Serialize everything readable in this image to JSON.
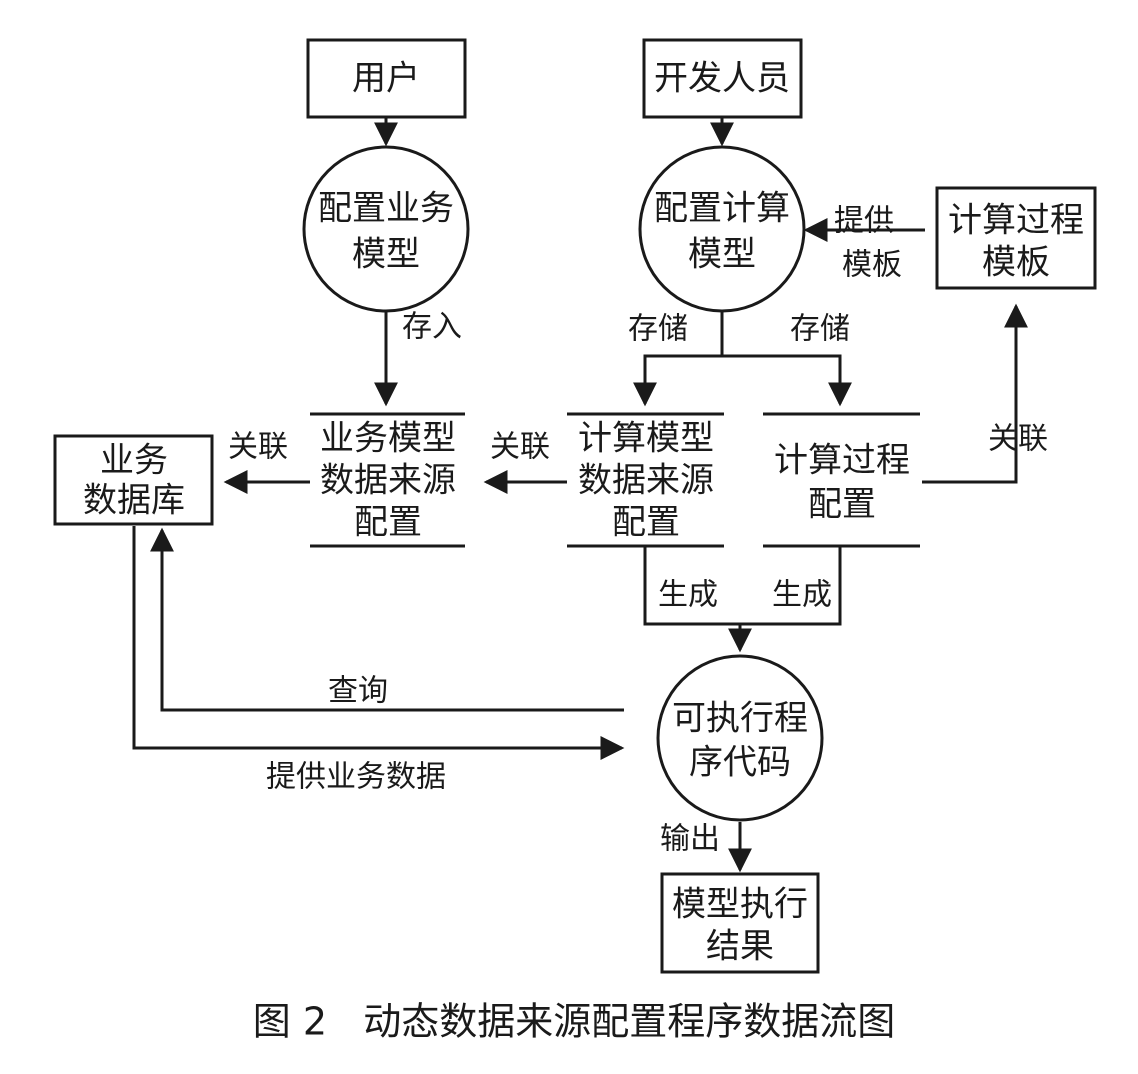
{
  "nodes": {
    "user": "用户",
    "developer": "开发人员",
    "config_business_model": [
      "配置业务",
      "模型"
    ],
    "config_compute_model": [
      "配置计算",
      "模型"
    ],
    "compute_process_template": [
      "计算过程",
      "模板"
    ],
    "business_db": [
      "业务",
      "数据库"
    ],
    "business_model_ds_config": [
      "业务模型",
      "数据来源",
      "配置"
    ],
    "compute_model_ds_config": [
      "计算模型",
      "数据来源",
      "配置"
    ],
    "compute_process_config": [
      "计算过程",
      "配置"
    ],
    "executable_code": [
      "可执行程",
      "序代码"
    ],
    "model_result": [
      "模型执行",
      "结果"
    ]
  },
  "edges": {
    "save_in": "存入",
    "store_left": "存储",
    "store_right": "存储",
    "provide_template": [
      "提供",
      "模板"
    ],
    "relate_1": "关联",
    "relate_2": "关联",
    "relate_3": "关联",
    "generate_left": "生成",
    "generate_right": "生成",
    "query": "查询",
    "provide_business_data": "提供业务数据",
    "output": "输出"
  },
  "caption": "图 2   动态数据来源配置程序数据流图"
}
